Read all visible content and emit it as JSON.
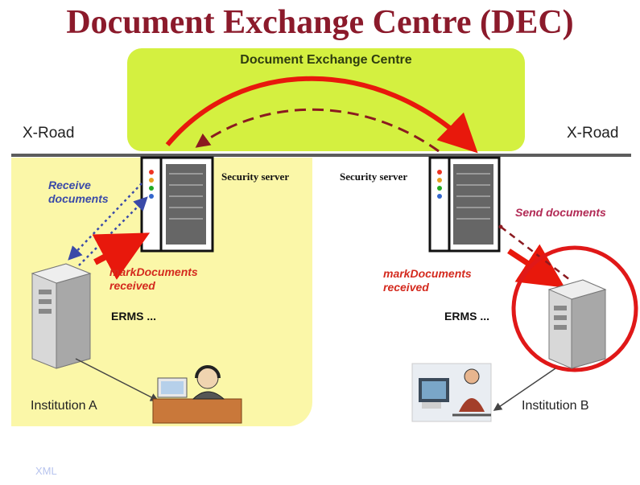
{
  "title": "Document Exchange Centre (DEC)",
  "dec_box_label": "Document Exchange Centre",
  "xroad_left": "X-Road",
  "xroad_right": "X-Road",
  "security_server_left": "Security server",
  "security_server_right": "Security server",
  "receive_documents": [
    "Receive",
    "documents"
  ],
  "send_documents": "Send documents",
  "mark_received_left": [
    "markDocuments",
    "received"
  ],
  "mark_received_right": [
    "markDocuments",
    "received"
  ],
  "erms_left": "ERMS ...",
  "erms_right": "ERMS ...",
  "institution_a": "Institution A",
  "institution_b": "Institution B",
  "footer": "XML",
  "colors": {
    "title": "#8b1a2b",
    "dec_box": "#d4f040",
    "institution_a_bg": "#fbf7a8",
    "red_arrow": "#e8180c",
    "dark_red_dashed": "#8b1a20",
    "blue_dotted": "#3a4aa8"
  }
}
